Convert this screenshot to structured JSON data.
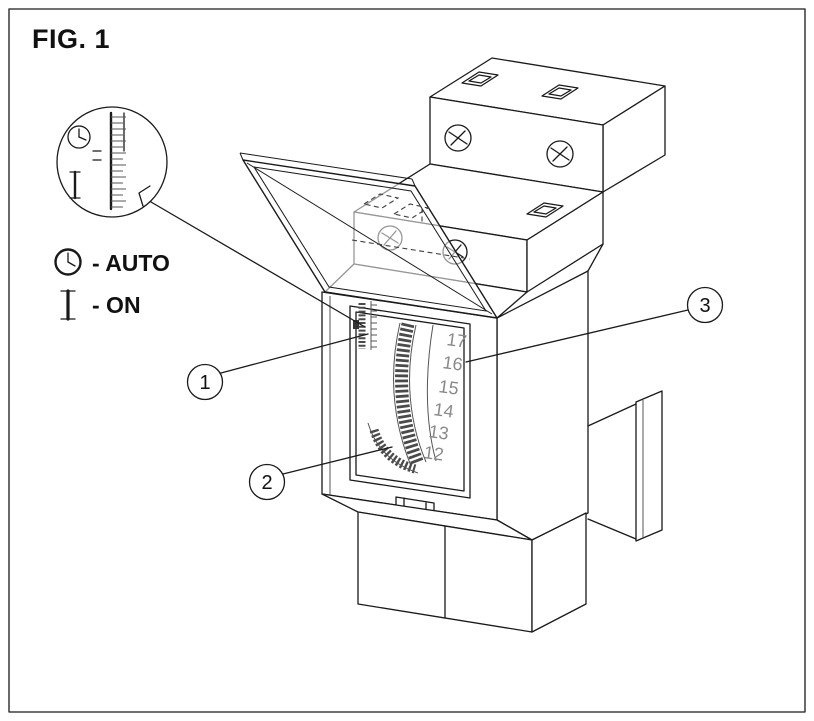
{
  "figure": {
    "label": "FIG. 1"
  },
  "legend": {
    "items": [
      {
        "icon": "clock-icon",
        "label": "- AUTO"
      },
      {
        "icon": "on-bar-icon",
        "label": "- ON"
      }
    ]
  },
  "callouts": [
    {
      "label": "1"
    },
    {
      "label": "2"
    },
    {
      "label": "3"
    }
  ],
  "device": {
    "dial_numbers": [
      "17",
      "16",
      "15",
      "14",
      "13",
      "12"
    ]
  },
  "colors": {
    "line": "#1a1a1a",
    "dial_text": "#8a8a8a",
    "background": "#ffffff"
  }
}
